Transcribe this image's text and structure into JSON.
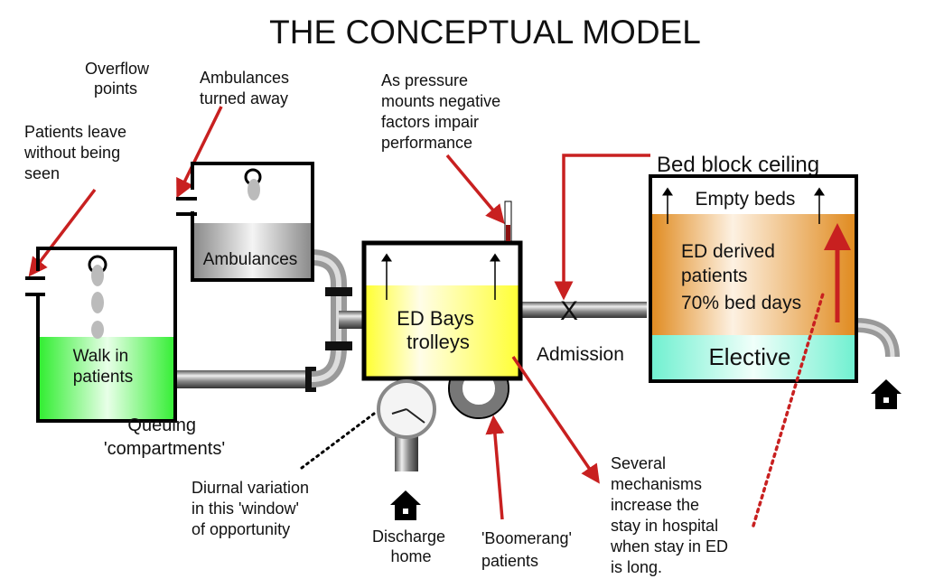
{
  "title": "THE CONCEPTUAL MODEL",
  "labels": {
    "overflow_points": [
      "Overflow",
      "points"
    ],
    "ambulances_turned_away": [
      "Ambulances",
      "turned away"
    ],
    "patients_leave": [
      "Patients leave",
      "without being",
      "seen"
    ],
    "pressure_note": [
      "As pressure",
      "mounts negative",
      "factors impair",
      "performance"
    ],
    "bed_block_ceiling": "Bed block ceiling",
    "queuing": [
      "Queuing",
      "'compartments'"
    ],
    "diurnal": [
      "Diurnal variation",
      "in this 'window'",
      "of opportunity"
    ],
    "discharge_home": [
      "Discharge",
      "home"
    ],
    "boomerang": [
      "'Boomerang'",
      "patients"
    ],
    "mechanisms": [
      "Several",
      "mechanisms",
      "increase the",
      "stay in hospital",
      "when stay in ED",
      "is long."
    ],
    "admission": "Admission"
  },
  "compartments": {
    "walk_in": [
      "Walk in",
      "patients"
    ],
    "ambulances": "Ambulances",
    "ed_bays": [
      "ED Bays",
      "trolleys"
    ],
    "empty_beds": "Empty beds",
    "ed_derived": [
      "ED derived",
      "patients",
      "70% bed days"
    ],
    "elective": "Elective"
  },
  "colors": {
    "arrow_red": "#c82020",
    "walk_in_green": "#33ee33",
    "ed_yellow": "#ffff33",
    "ed_derived_orange": "#e08a1e",
    "elective_aqua": "#7ff5d8"
  }
}
